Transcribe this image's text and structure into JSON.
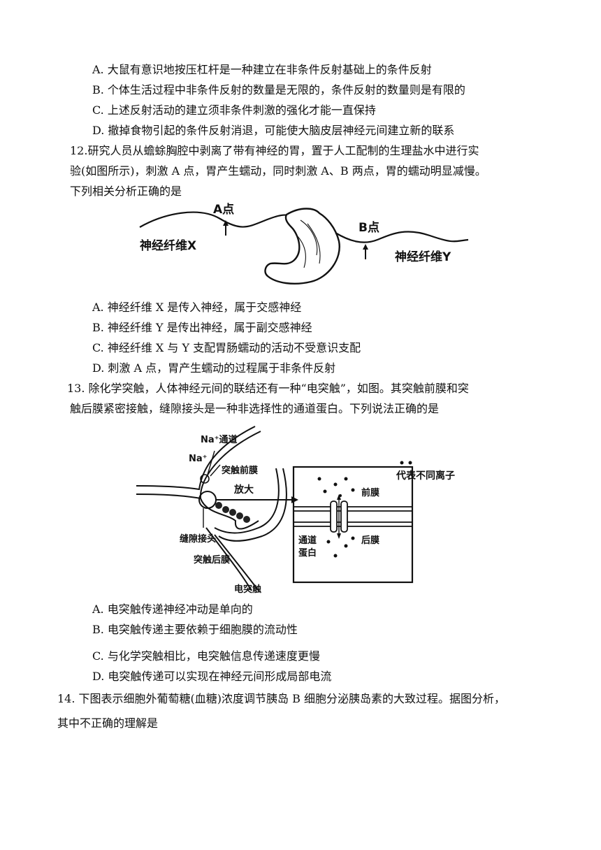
{
  "q11": {
    "options": [
      "A.  大鼠有意识地按压杠杆是一种建立在非条件反射基础上的条件反射",
      "B.  个体生活过程中非条件反射的数量是无限的，条件反射的数量则是有限的",
      "C.  上述反射活动的建立须非条件刺激的强化才能一直保持",
      "D.  撤掉食物引起的条件反射消退，可能使大脑皮层神经元间建立新的联系"
    ]
  },
  "q12": {
    "stem": [
      "12.研究人员从蟾蜍胸腔中剥离了带有神经的胃，置于人工配制的生理盐水中进行实",
      "验(如图所示)，刺激 A 点，胃产生蠕动，同时刺激 A、B 两点，胃的蠕动明显减慢。",
      "下列相关分析正确的是"
    ],
    "figure": {
      "point_a": "A点",
      "point_b": "B点",
      "fiber_x": "神经纤维X",
      "fiber_y": "神经纤维Y"
    },
    "options": [
      "A.  神经纤维 X 是传入神经，属于交感神经",
      "B.  神经纤维  Y  是传出神经，属于副交感神经",
      "C.  神经纤维  X 与 Y  支配胃肠蠕动的活动不受意识支配",
      "D.  刺激 A  点，胃产生蠕动的过程属于非条件反射"
    ]
  },
  "q13": {
    "stem": [
      " 13.  除化学突触，人体神经元间的联结还有一种“电突触”，如图。其突触前膜和突",
      "触后膜紧密接触，缝隙接头是一种非选择性的通道蛋白。下列说法正确的是"
    ],
    "figure": {
      "na_channel": "Na⁺通道",
      "na_ion": "Na⁺",
      "presynaptic": "突触前膜",
      "enlarge": "放大",
      "legend": "代表不同离子",
      "gap_junction": "缝隙接头",
      "postsynaptic": "突触后膜",
      "front_membrane": "前膜",
      "rear_membrane": "后膜",
      "channel_protein_1": "通道",
      "channel_protein_2": "蛋白",
      "caption": "电突触"
    },
    "options": [
      "A.  电突触传递神经冲动是单向的",
      "B.  电突触传递主要依赖于细胞膜的流动性",
      "C.  与化学突触相比，电突触信息传递速度更慢",
      "D.  电突触传递可以实现在神经元间形成局部电流"
    ]
  },
  "q14": {
    "stem": [
      "14.  下图表示细胞外葡萄糖(血糖)浓度调节胰岛 B 细胞分泌胰岛素的大致过程。据图分析，",
      "其中不正确的理解是"
    ]
  }
}
